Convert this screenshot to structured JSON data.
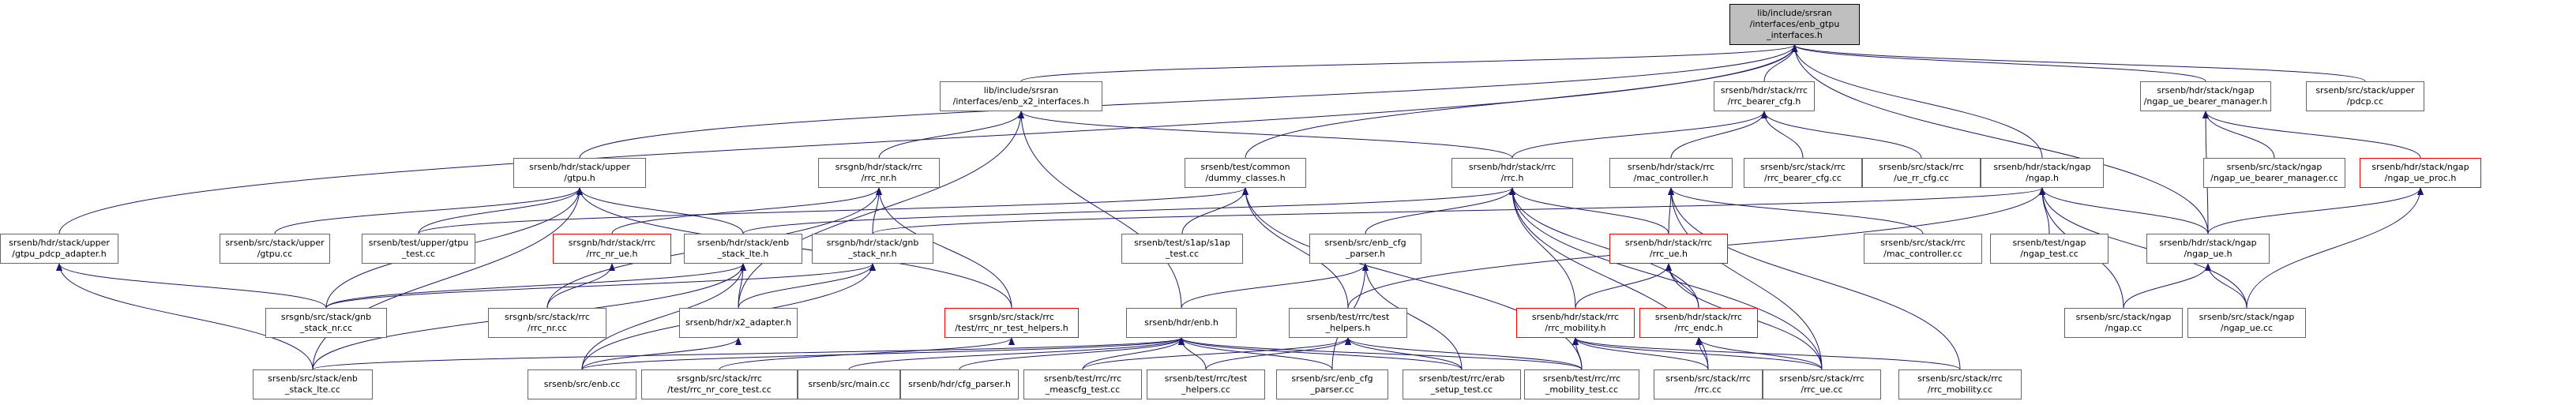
{
  "diagram": {
    "type": "include-dependency-graph",
    "colors": {
      "edge": "#191970",
      "border": "#666666",
      "incomplete_border": "#ff0000",
      "root_fill": "#bfbfbf",
      "background": "#ffffff"
    },
    "nodes": [
      {
        "id": "root",
        "lines": [
          "lib/include/srsran",
          "/interfaces/enb_gtpu",
          "_interfaces.h"
        ],
        "style": "root"
      },
      {
        "id": "x2if",
        "lines": [
          "lib/include/srsran",
          "/interfaces/enb_x2_interfaces.h"
        ]
      },
      {
        "id": "rrc_bearer_cfg_h",
        "lines": [
          "srsenb/hdr/stack/rrc",
          "/rrc_bearer_cfg.h"
        ]
      },
      {
        "id": "ngap_ue_bearer_mgr_h",
        "lines": [
          "srsenb/hdr/stack/ngap",
          "/ngap_ue_bearer_manager.h"
        ]
      },
      {
        "id": "pdcp_cc",
        "lines": [
          "srsenb/src/stack/upper",
          "/pdcp.cc"
        ]
      },
      {
        "id": "gtpu_h",
        "lines": [
          "srsenb/hdr/stack/upper",
          "/gtpu.h"
        ]
      },
      {
        "id": "rrc_nr_h",
        "lines": [
          "srsgnb/hdr/stack/rrc",
          "/rrc_nr.h"
        ]
      },
      {
        "id": "dummy_classes_h",
        "lines": [
          "srsenb/test/common",
          "/dummy_classes.h"
        ]
      },
      {
        "id": "rrc_h",
        "lines": [
          "srsenb/hdr/stack/rrc",
          "/rrc.h"
        ]
      },
      {
        "id": "mac_controller_h",
        "lines": [
          "srsenb/hdr/stack/rrc",
          "/mac_controller.h"
        ]
      },
      {
        "id": "rrc_bearer_cfg_cc",
        "lines": [
          "srsenb/src/stack/rrc",
          "/rrc_bearer_cfg.cc"
        ]
      },
      {
        "id": "ue_rr_cfg_cc",
        "lines": [
          "srsenb/src/stack/rrc",
          "/ue_rr_cfg.cc"
        ]
      },
      {
        "id": "ngap_h",
        "lines": [
          "srsenb/hdr/stack/ngap",
          "/ngap.h"
        ]
      },
      {
        "id": "ngap_ue_bearer_mgr_cc",
        "lines": [
          "srsenb/src/stack/ngap",
          "/ngap_ue_bearer_manager.cc"
        ]
      },
      {
        "id": "ngap_ue_proc_h",
        "lines": [
          "srsenb/hdr/stack/ngap",
          "/ngap_ue_proc.h"
        ],
        "style": "red"
      },
      {
        "id": "gtpu_pdcp_adapter_h",
        "lines": [
          "srsenb/hdr/stack/upper",
          "/gtpu_pdcp_adapter.h"
        ]
      },
      {
        "id": "gtpu_cc",
        "lines": [
          "srsenb/src/stack/upper",
          "/gtpu.cc"
        ]
      },
      {
        "id": "gtpu_test_cc",
        "lines": [
          "srsenb/test/upper/gtpu",
          "_test.cc"
        ]
      },
      {
        "id": "enb_stack_lte_h",
        "lines": [
          "srsenb/hdr/stack/enb",
          "_stack_lte.h"
        ]
      },
      {
        "id": "rrc_nr_ue_h",
        "lines": [
          "srsgnb/hdr/stack/rrc",
          "/rrc_nr_ue.h"
        ],
        "style": "red"
      },
      {
        "id": "gnb_stack_nr_h",
        "lines": [
          "srsgnb/hdr/stack/gnb",
          "_stack_nr.h"
        ]
      },
      {
        "id": "s1ap_test_cc",
        "lines": [
          "srsenb/test/s1ap/s1ap",
          "_test.cc"
        ]
      },
      {
        "id": "enb_cfg_parser_h",
        "lines": [
          "srsenb/src/enb_cfg",
          "_parser.h"
        ]
      },
      {
        "id": "rrc_ue_h",
        "lines": [
          "srsenb/hdr/stack/rrc",
          "/rrc_ue.h"
        ],
        "style": "red"
      },
      {
        "id": "mac_controller_cc",
        "lines": [
          "srsenb/src/stack/rrc",
          "/mac_controller.cc"
        ]
      },
      {
        "id": "ngap_test_cc",
        "lines": [
          "srsenb/test/ngap",
          "/ngap_test.cc"
        ]
      },
      {
        "id": "ngap_ue_h",
        "lines": [
          "srsenb/hdr/stack/ngap",
          "/ngap_ue.h"
        ]
      },
      {
        "id": "gnb_stack_nr_cc",
        "lines": [
          "srsgnb/src/stack/gnb",
          "_stack_nr.cc"
        ]
      },
      {
        "id": "rrc_nr_cc",
        "lines": [
          "srsgnb/src/stack/rrc",
          "/rrc_nr.cc"
        ]
      },
      {
        "id": "x2_adapter_h",
        "lines": [
          "srsenb/hdr/x2_adapter.h"
        ]
      },
      {
        "id": "rrc_nr_test_helpers_h",
        "lines": [
          "srsgnb/src/stack/rrc",
          "/test/rrc_nr_test_helpers.h"
        ],
        "style": "red"
      },
      {
        "id": "enb_h",
        "lines": [
          "srsenb/hdr/enb.h"
        ]
      },
      {
        "id": "rrc_test_helpers_h",
        "lines": [
          "srsenb/test/rrc/test",
          "_helpers.h"
        ]
      },
      {
        "id": "rrc_mobility_h",
        "lines": [
          "srsenb/hdr/stack/rrc",
          "/rrc_mobility.h"
        ],
        "style": "red"
      },
      {
        "id": "rrc_endc_h",
        "lines": [
          "srsenb/hdr/stack/rrc",
          "/rrc_endc.h"
        ],
        "style": "red"
      },
      {
        "id": "ngap_cc",
        "lines": [
          "srsenb/src/stack/ngap",
          "/ngap.cc"
        ]
      },
      {
        "id": "ngap_ue_cc",
        "lines": [
          "srsenb/src/stack/ngap",
          "/ngap_ue.cc"
        ]
      },
      {
        "id": "enb_stack_lte_cc",
        "lines": [
          "srsenb/src/stack/enb",
          "_stack_lte.cc"
        ]
      },
      {
        "id": "enb_cc",
        "lines": [
          "srsenb/src/enb.cc"
        ]
      },
      {
        "id": "rrc_nr_core_test_cc",
        "lines": [
          "srsgnb/src/stack/rrc",
          "/test/rrc_nr_core_test.cc"
        ]
      },
      {
        "id": "main_cc",
        "lines": [
          "srsenb/src/main.cc"
        ]
      },
      {
        "id": "cfg_parser_h",
        "lines": [
          "srsenb/hdr/cfg_parser.h"
        ]
      },
      {
        "id": "rrc_meascfg_test_cc",
        "lines": [
          "srsenb/test/rrc/rrc",
          "_meascfg_test.cc"
        ]
      },
      {
        "id": "test_helpers_cc",
        "lines": [
          "srsenb/test/rrc/test",
          "_helpers.cc"
        ]
      },
      {
        "id": "enb_cfg_parser_cc",
        "lines": [
          "srsenb/src/enb_cfg",
          "_parser.cc"
        ]
      },
      {
        "id": "erab_setup_test_cc",
        "lines": [
          "srsenb/test/rrc/erab",
          "_setup_test.cc"
        ]
      },
      {
        "id": "rrc_mobility_test_cc",
        "lines": [
          "srsenb/test/rrc/rrc",
          "_mobility_test.cc"
        ]
      },
      {
        "id": "rrc_cc",
        "lines": [
          "srsenb/src/stack/rrc",
          "/rrc.cc"
        ]
      },
      {
        "id": "rrc_ue_cc",
        "lines": [
          "srsenb/src/stack/rrc",
          "/rrc_ue.cc"
        ]
      },
      {
        "id": "rrc_mobility_cc",
        "lines": [
          "srsenb/src/stack/rrc",
          "/rrc_mobility.cc"
        ]
      }
    ],
    "edges": [
      [
        "x2if",
        "root"
      ],
      [
        "rrc_bearer_cfg_h",
        "root"
      ],
      [
        "ngap_ue_bearer_mgr_h",
        "root"
      ],
      [
        "pdcp_cc",
        "root"
      ],
      [
        "gtpu_h",
        "root"
      ],
      [
        "dummy_classes_h",
        "root"
      ],
      [
        "ngap_h",
        "root"
      ],
      [
        "ngap_ue_h",
        "root"
      ],
      [
        "gtpu_pdcp_adapter_h",
        "root"
      ],
      [
        "rrc_nr_h",
        "x2if"
      ],
      [
        "rrc_h",
        "x2if"
      ],
      [
        "enb_h",
        "x2if"
      ],
      [
        "x2_adapter_h",
        "x2if"
      ],
      [
        "rrc_h",
        "rrc_bearer_cfg_h"
      ],
      [
        "mac_controller_h",
        "rrc_bearer_cfg_h"
      ],
      [
        "rrc_bearer_cfg_cc",
        "rrc_bearer_cfg_h"
      ],
      [
        "ue_rr_cfg_cc",
        "rrc_bearer_cfg_h"
      ],
      [
        "ngap_ue_bearer_mgr_cc",
        "ngap_ue_bearer_mgr_h"
      ],
      [
        "ngap_ue_proc_h",
        "ngap_ue_bearer_mgr_h"
      ],
      [
        "ngap_ue_h",
        "ngap_ue_bearer_mgr_h"
      ],
      [
        "gtpu_cc",
        "gtpu_h"
      ],
      [
        "gtpu_test_cc",
        "gtpu_h"
      ],
      [
        "enb_stack_lte_h",
        "gtpu_h"
      ],
      [
        "gnb_stack_nr_cc",
        "gtpu_h"
      ],
      [
        "enb_stack_lte_cc",
        "gtpu_h"
      ],
      [
        "rrc_nr_test_helpers_h",
        "gtpu_h"
      ],
      [
        "rrc_nr_ue_h",
        "rrc_nr_h"
      ],
      [
        "gnb_stack_nr_h",
        "rrc_nr_h"
      ],
      [
        "rrc_nr_cc",
        "rrc_nr_h"
      ],
      [
        "rrc_nr_test_helpers_h",
        "rrc_nr_h"
      ],
      [
        "s1ap_test_cc",
        "dummy_classes_h"
      ],
      [
        "rrc_test_helpers_h",
        "dummy_classes_h"
      ],
      [
        "gtpu_test_cc",
        "dummy_classes_h"
      ],
      [
        "rrc_mobility_test_cc",
        "dummy_classes_h"
      ],
      [
        "enb_cfg_parser_h",
        "rrc_h"
      ],
      [
        "rrc_ue_h",
        "rrc_h"
      ],
      [
        "rrc_mobility_h",
        "rrc_h"
      ],
      [
        "rrc_endc_h",
        "rrc_h"
      ],
      [
        "enb_stack_lte_h",
        "rrc_h"
      ],
      [
        "rrc_cc",
        "rrc_h"
      ],
      [
        "rrc_ue_cc",
        "rrc_h"
      ],
      [
        "rrc_ue_h",
        "mac_controller_h"
      ],
      [
        "mac_controller_cc",
        "mac_controller_h"
      ],
      [
        "rrc_ue_cc",
        "mac_controller_h"
      ],
      [
        "rrc_mobility_cc",
        "mac_controller_h"
      ],
      [
        "ngap_test_cc",
        "ngap_h"
      ],
      [
        "ngap_ue_h",
        "ngap_h"
      ],
      [
        "ngap_cc",
        "ngap_h"
      ],
      [
        "ngap_ue_cc",
        "ngap_h"
      ],
      [
        "gnb_stack_nr_h",
        "ngap_h"
      ],
      [
        "rrc_test_helpers_h",
        "ngap_h"
      ],
      [
        "ngap_ue_h",
        "ngap_ue_proc_h"
      ],
      [
        "ngap_ue_cc",
        "ngap_ue_proc_h"
      ],
      [
        "gnb_stack_nr_cc",
        "gtpu_pdcp_adapter_h"
      ],
      [
        "enb_stack_lte_cc",
        "gtpu_pdcp_adapter_h"
      ],
      [
        "gnb_stack_nr_cc",
        "enb_stack_lte_h"
      ],
      [
        "x2_adapter_h",
        "enb_stack_lte_h"
      ],
      [
        "enb_cc",
        "enb_stack_lte_h"
      ],
      [
        "enb_stack_lte_cc",
        "enb_stack_lte_h"
      ],
      [
        "rrc_nr_cc",
        "rrc_nr_ue_h"
      ],
      [
        "gnb_stack_nr_cc",
        "gnb_stack_nr_h"
      ],
      [
        "x2_adapter_h",
        "gnb_stack_nr_h"
      ],
      [
        "enb_cc",
        "gnb_stack_nr_h"
      ],
      [
        "enb_cfg_parser_cc",
        "enb_cfg_parser_h"
      ],
      [
        "enb_h",
        "enb_cfg_parser_h"
      ],
      [
        "erab_setup_test_cc",
        "enb_cfg_parser_h"
      ],
      [
        "rrc_mobility_h",
        "rrc_ue_h"
      ],
      [
        "rrc_endc_h",
        "rrc_ue_h"
      ],
      [
        "rrc_ue_cc",
        "rrc_ue_h"
      ],
      [
        "ngap_cc",
        "ngap_ue_h"
      ],
      [
        "ngap_ue_cc",
        "ngap_ue_h"
      ],
      [
        "enb_cc",
        "x2_adapter_h"
      ],
      [
        "rrc_nr_core_test_cc",
        "rrc_nr_test_helpers_h"
      ],
      [
        "enb_stack_lte_cc",
        "enb_h"
      ],
      [
        "enb_cc",
        "enb_h"
      ],
      [
        "main_cc",
        "enb_h"
      ],
      [
        "cfg_parser_h",
        "enb_h"
      ],
      [
        "rrc_meascfg_test_cc",
        "enb_h"
      ],
      [
        "test_helpers_cc",
        "enb_h"
      ],
      [
        "enb_cfg_parser_cc",
        "enb_h"
      ],
      [
        "erab_setup_test_cc",
        "enb_h"
      ],
      [
        "rrc_mobility_test_cc",
        "enb_h"
      ],
      [
        "rrc_meascfg_test_cc",
        "rrc_test_helpers_h"
      ],
      [
        "test_helpers_cc",
        "rrc_test_helpers_h"
      ],
      [
        "erab_setup_test_cc",
        "rrc_test_helpers_h"
      ],
      [
        "rrc_mobility_test_cc",
        "rrc_test_helpers_h"
      ],
      [
        "rrc_mobility_test_cc",
        "rrc_mobility_h"
      ],
      [
        "rrc_cc",
        "rrc_mobility_h"
      ],
      [
        "rrc_ue_cc",
        "rrc_mobility_h"
      ],
      [
        "rrc_mobility_cc",
        "rrc_mobility_h"
      ],
      [
        "rrc_cc",
        "rrc_endc_h"
      ],
      [
        "rrc_ue_cc",
        "rrc_endc_h"
      ]
    ]
  }
}
